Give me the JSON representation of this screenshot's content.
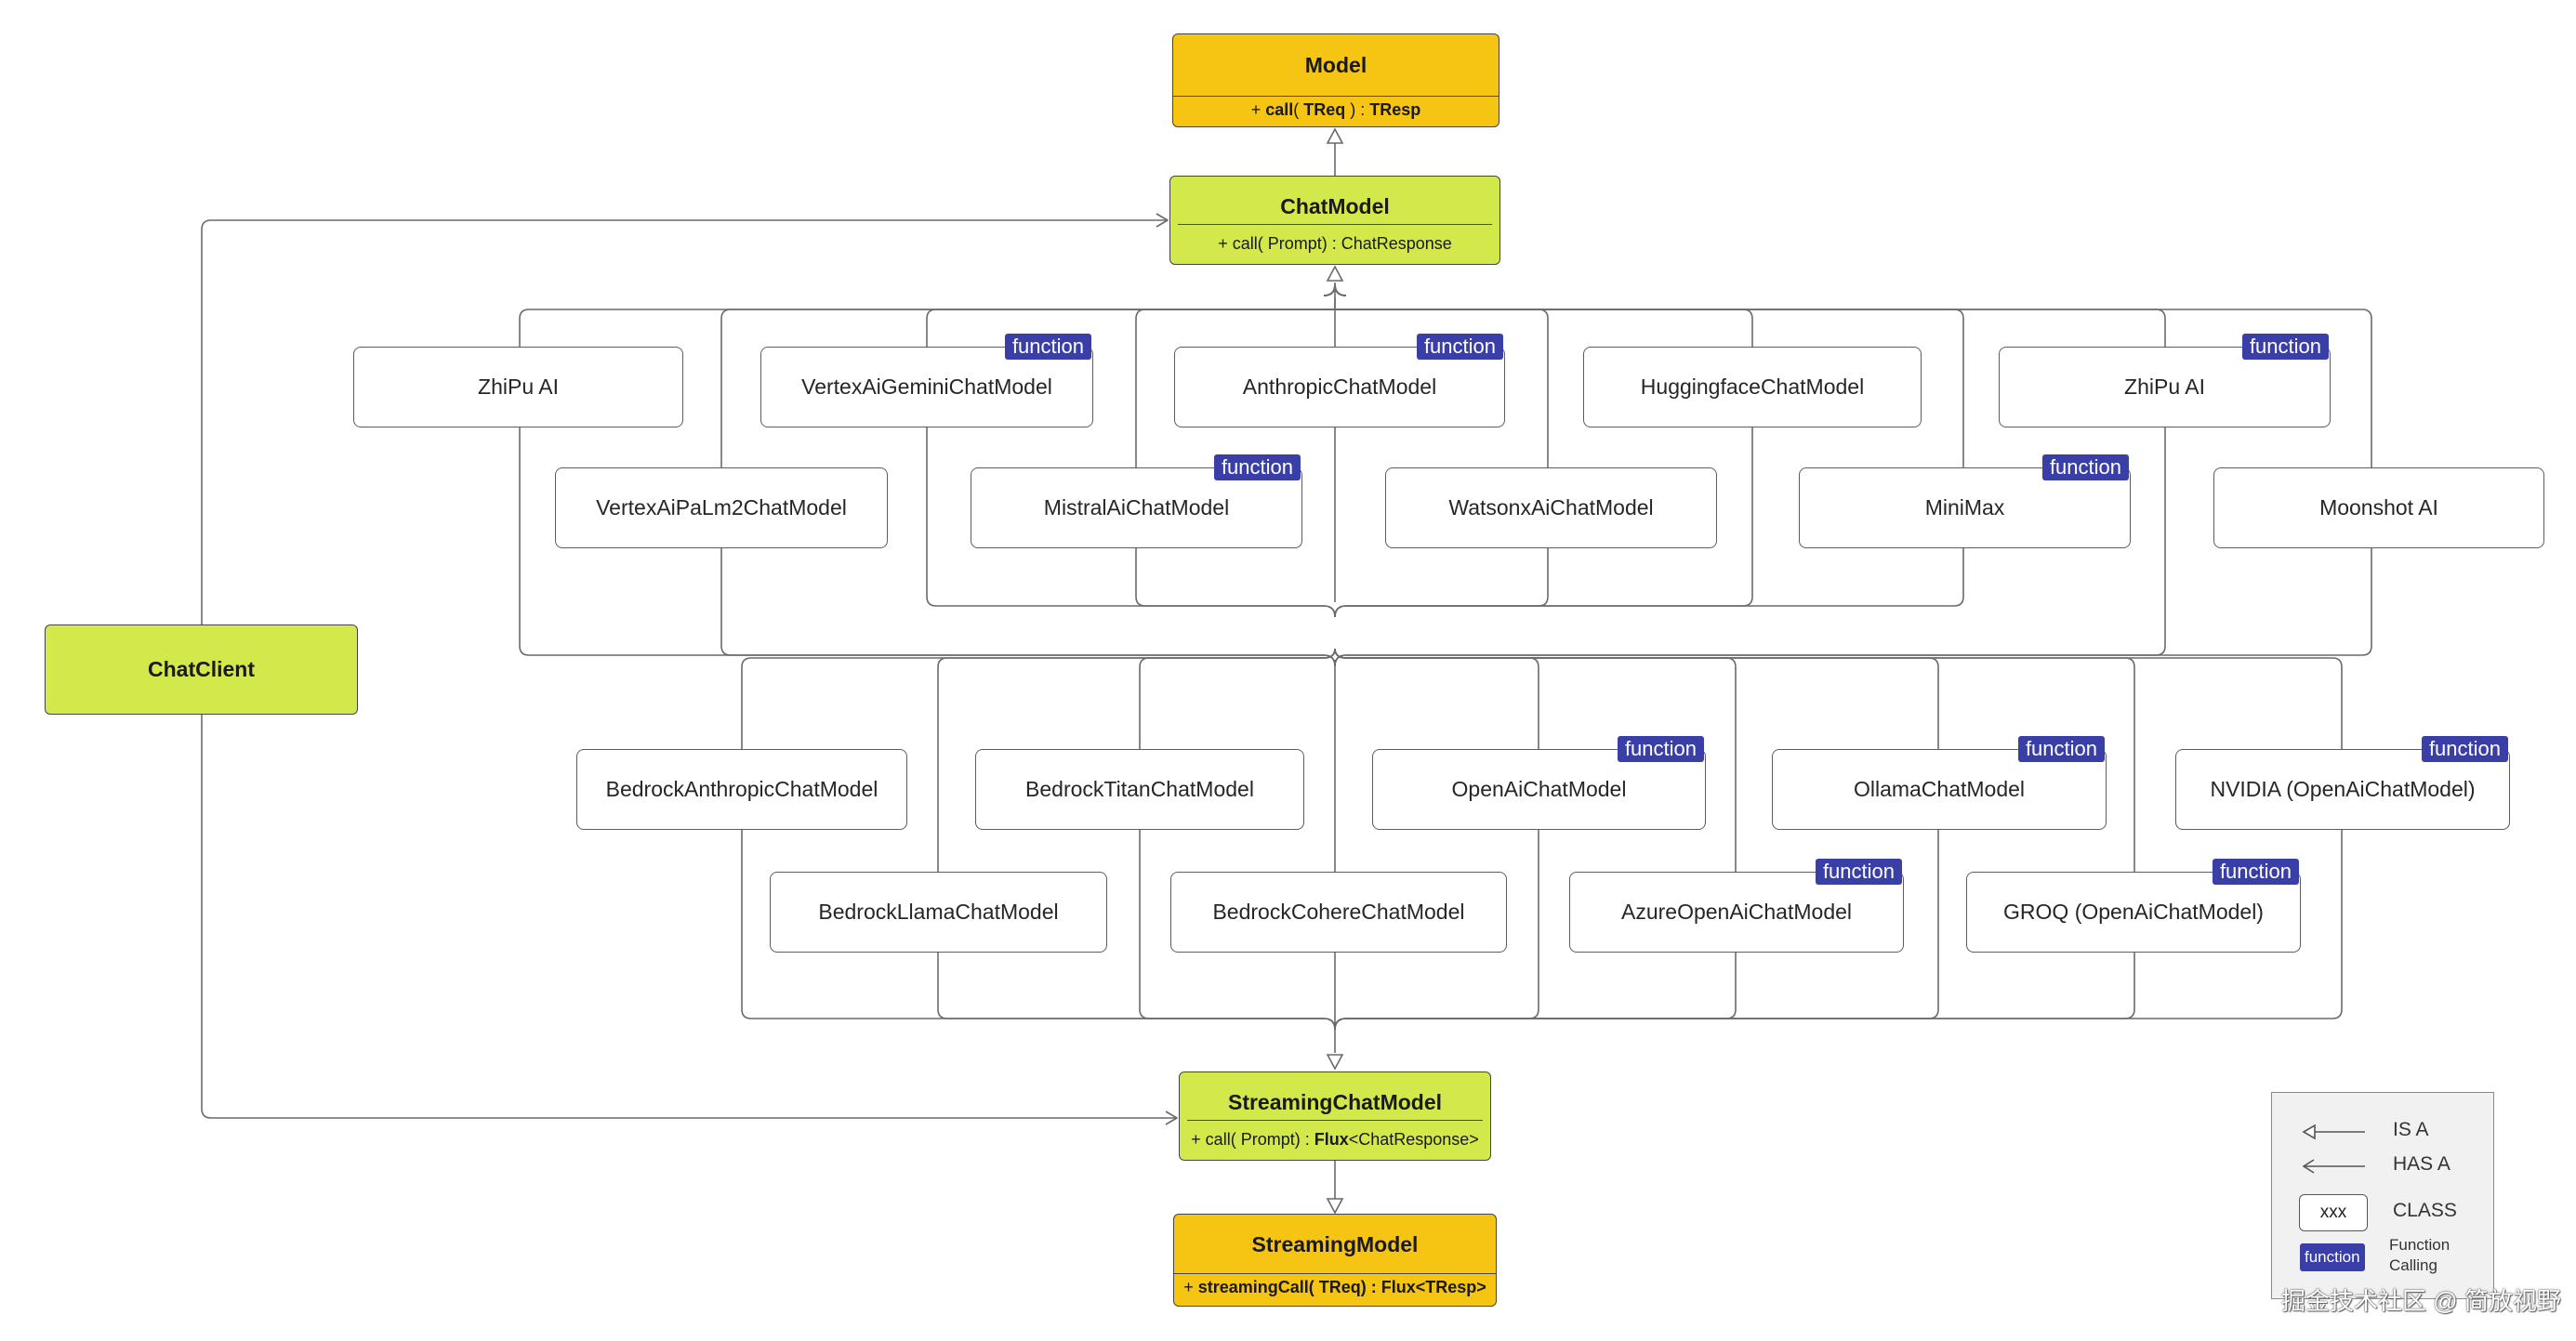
{
  "diagram": {
    "model": {
      "title": "Model",
      "method": {
        "prefix": "+ ",
        "name": "call",
        "args": "( ",
        "type_in": "TReq",
        "sep": " ) : ",
        "type_out": "TResp"
      }
    },
    "chat_model": {
      "title": "ChatModel",
      "method": "+ call( Prompt) : ChatResponse"
    },
    "streaming_chat_model": {
      "title": "StreamingChatModel",
      "method_prefix": "+ call( Prompt) : ",
      "method_flux": "Flux",
      "method_suffix": "<ChatResponse>"
    },
    "streaming_model": {
      "title": "StreamingModel",
      "method_prefix": "+ ",
      "method_name": "streamingCall",
      "method_args": "( TReq) : Flux<TResp>"
    },
    "chat_client": {
      "title": "ChatClient"
    },
    "badge_text": "function",
    "implementations_top": [
      {
        "id": "zhipu-ai-1",
        "label": "ZhiPu AI",
        "function": false
      },
      {
        "id": "vertex-ai-gemini",
        "label": "VertexAiGeminiChatModel",
        "function": true
      },
      {
        "id": "anthropic",
        "label": "AnthropicChatModel",
        "function": true
      },
      {
        "id": "huggingface",
        "label": "HuggingfaceChatModel",
        "function": false
      },
      {
        "id": "zhipu-ai-2",
        "label": "ZhiPu AI",
        "function": true
      },
      {
        "id": "vertex-ai-palm2",
        "label": "VertexAiPaLm2ChatModel",
        "function": false
      },
      {
        "id": "mistral-ai",
        "label": "MistralAiChatModel",
        "function": true
      },
      {
        "id": "watsonx-ai",
        "label": "WatsonxAiChatModel",
        "function": false
      },
      {
        "id": "minimax",
        "label": "MiniMax",
        "function": true
      },
      {
        "id": "moonshot-ai",
        "label": "Moonshot AI",
        "function": false
      }
    ],
    "implementations_bottom": [
      {
        "id": "bedrock-anthropic",
        "label": "BedrockAnthropicChatModel",
        "function": false
      },
      {
        "id": "bedrock-titan",
        "label": "BedrockTitanChatModel",
        "function": false
      },
      {
        "id": "openai",
        "label": "OpenAiChatModel",
        "function": true
      },
      {
        "id": "ollama",
        "label": "OllamaChatModel",
        "function": true
      },
      {
        "id": "nvidia",
        "label": "NVIDIA (OpenAiChatModel)",
        "function": true
      },
      {
        "id": "bedrock-llama",
        "label": "BedrockLlamaChatModel",
        "function": false
      },
      {
        "id": "bedrock-cohere",
        "label": "BedrockCohereChatModel",
        "function": false
      },
      {
        "id": "azure-openai",
        "label": "AzureOpenAiChatModel",
        "function": true
      },
      {
        "id": "groq",
        "label": "GROQ (OpenAiChatModel)",
        "function": true
      }
    ],
    "edges": [
      {
        "from": "chat-model",
        "to": "model",
        "type": "is-a"
      },
      {
        "from": "implementations_top",
        "to": "chat-model",
        "type": "is-a"
      },
      {
        "from": "implementations_bottom",
        "to": "streaming-chat-model",
        "type": "is-a"
      },
      {
        "from": "streaming-chat-model",
        "to": "streaming-model",
        "type": "is-a"
      },
      {
        "from": "chat-client",
        "to": "chat-model",
        "type": "has-a"
      },
      {
        "from": "chat-client",
        "to": "streaming-chat-model",
        "type": "has-a"
      }
    ]
  },
  "legend": {
    "is_a": "IS A",
    "has_a": "HAS A",
    "class_sample": "xxx",
    "class": "CLASS",
    "function_sample": "function",
    "function_calling": "Function Calling"
  },
  "watermark": "掘金技术社区 @ 简放视野",
  "colors": {
    "green": "#d3e84a",
    "yellow": "#f6c412",
    "badge": "#3a3fa8",
    "line": "#6a6a6a"
  }
}
